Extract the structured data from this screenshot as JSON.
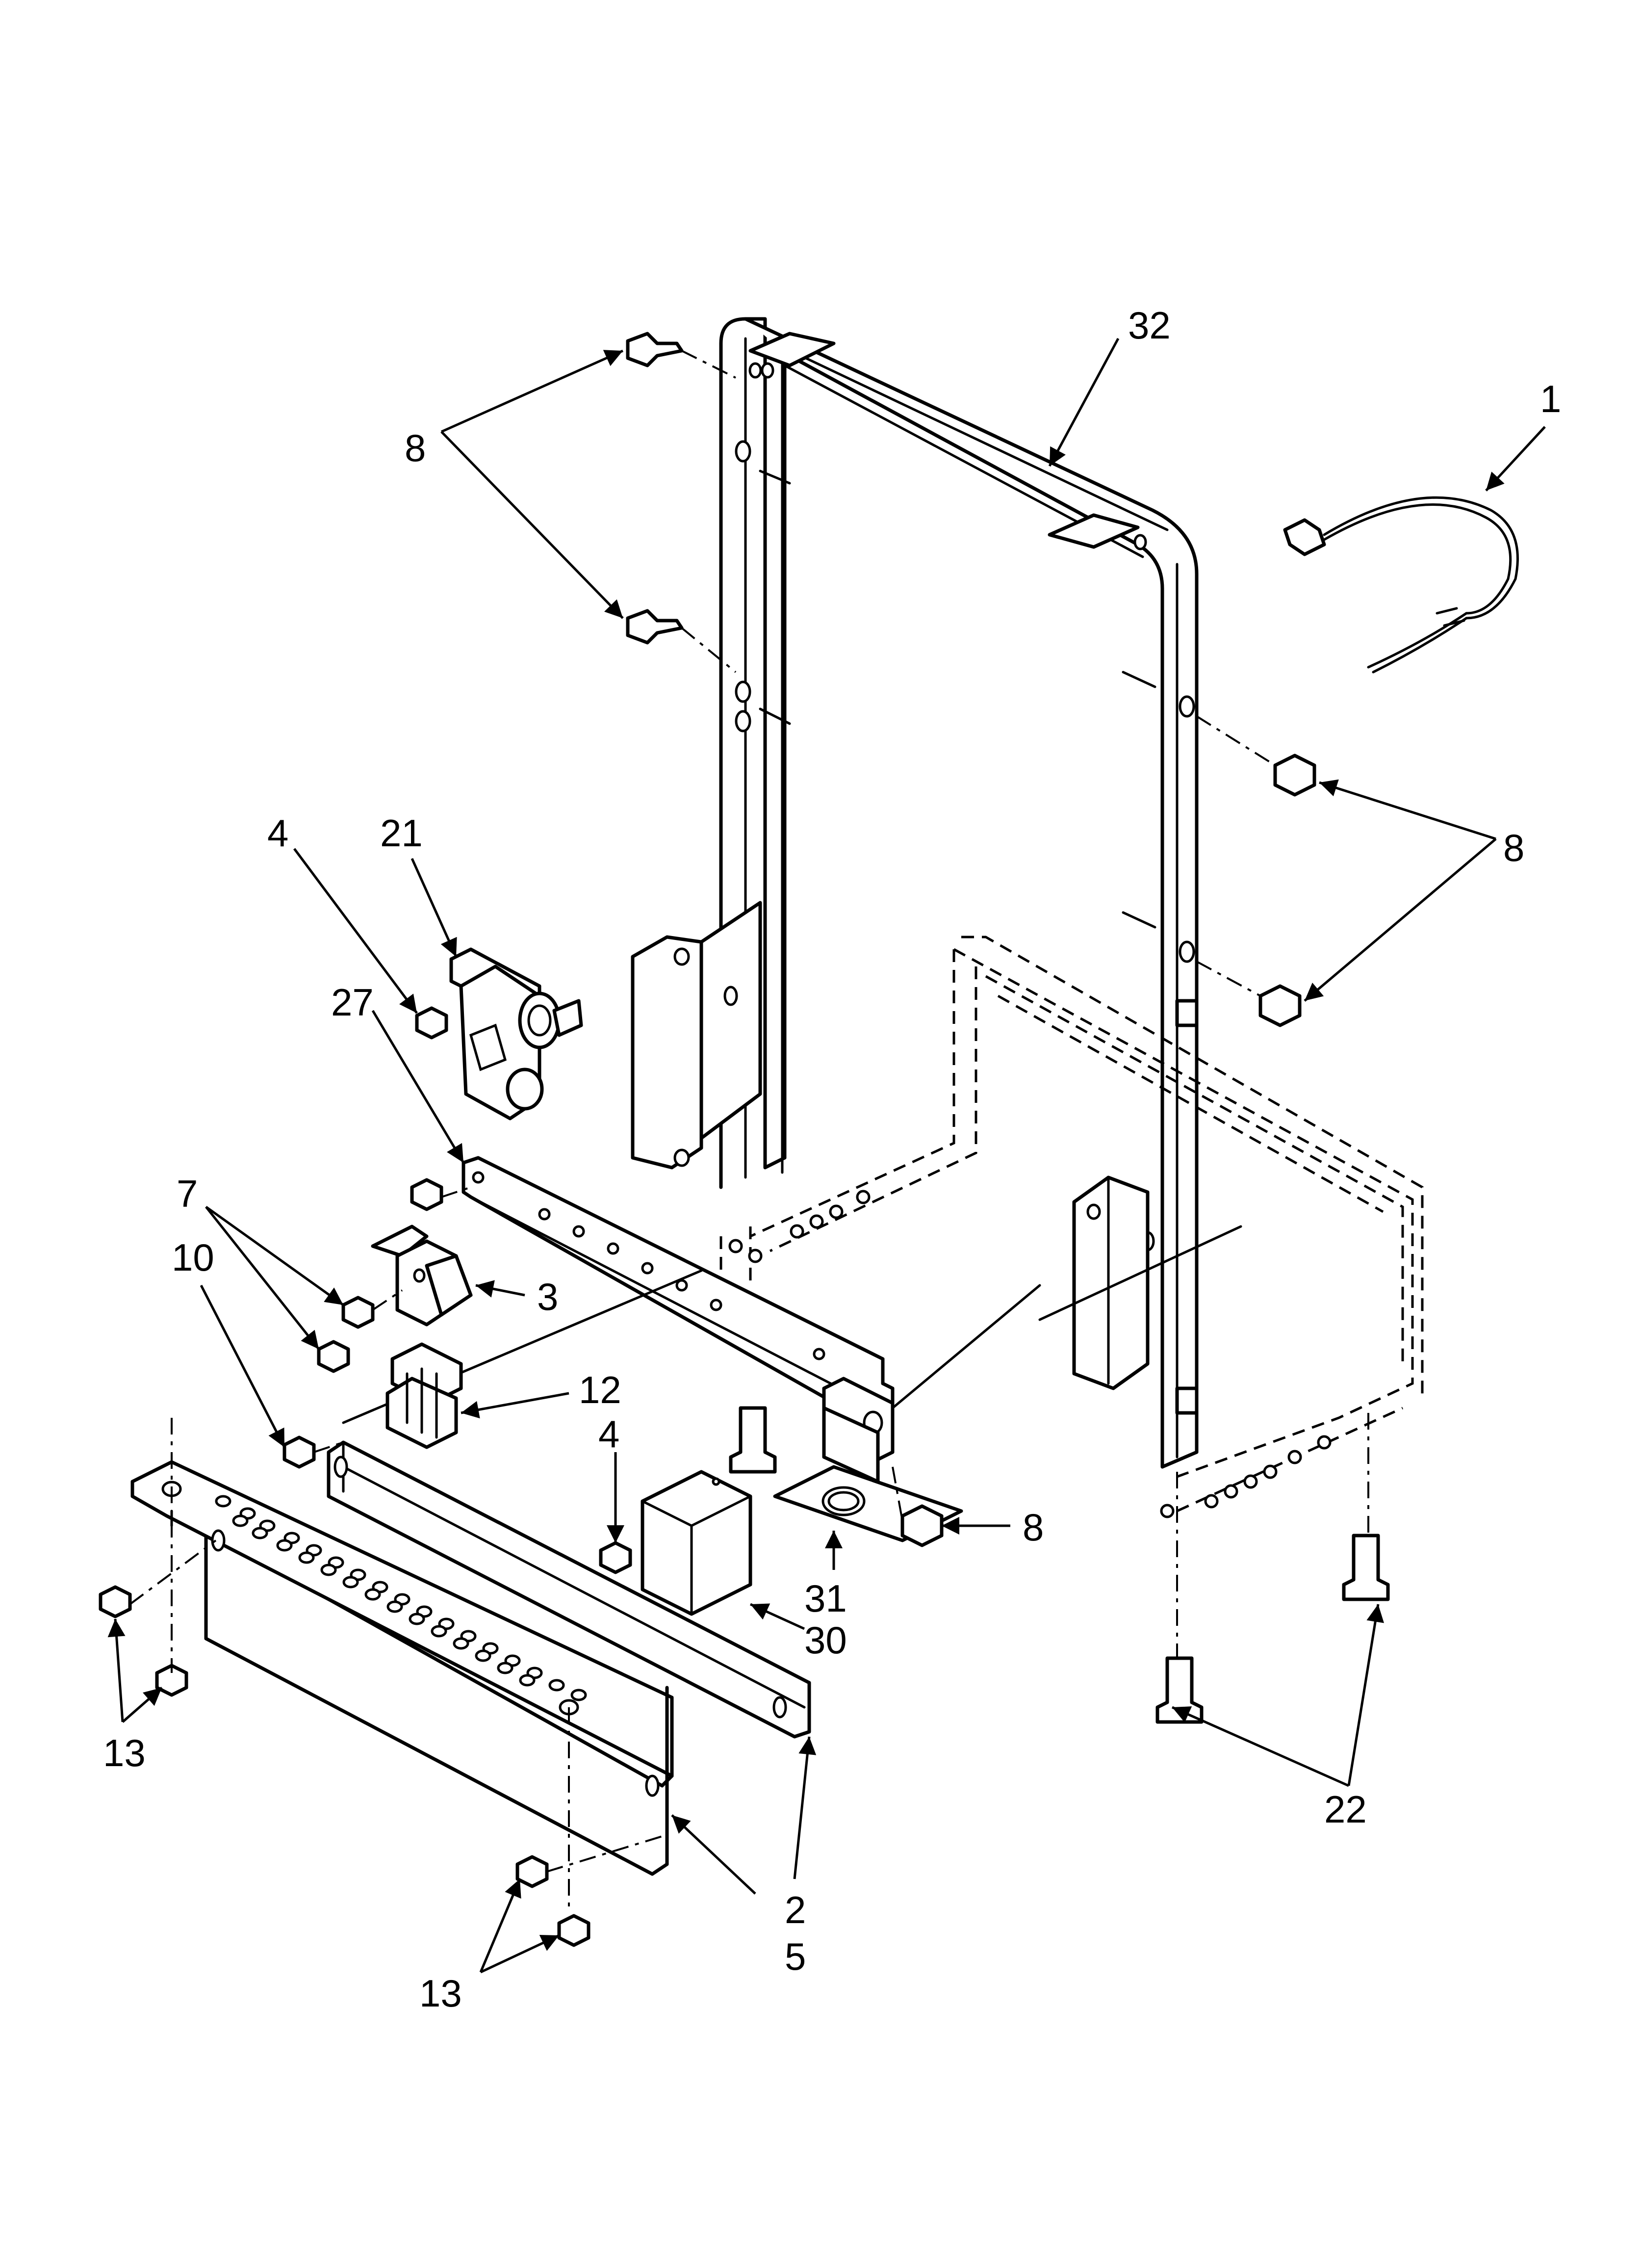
{
  "callouts": {
    "c1": "1",
    "c2": "2",
    "c3": "3",
    "c4a": "4",
    "c4b": "4",
    "c5": "5",
    "c7": "7",
    "c8a": "8",
    "c8b": "8",
    "c8c": "8",
    "c10": "10",
    "c12": "12",
    "c13a": "13",
    "c13b": "13",
    "c21": "21",
    "c22": "22",
    "c27": "27",
    "c30": "30",
    "c31": "31",
    "c32": "32"
  },
  "colors": {
    "line": "#000000",
    "background": "#ffffff"
  }
}
